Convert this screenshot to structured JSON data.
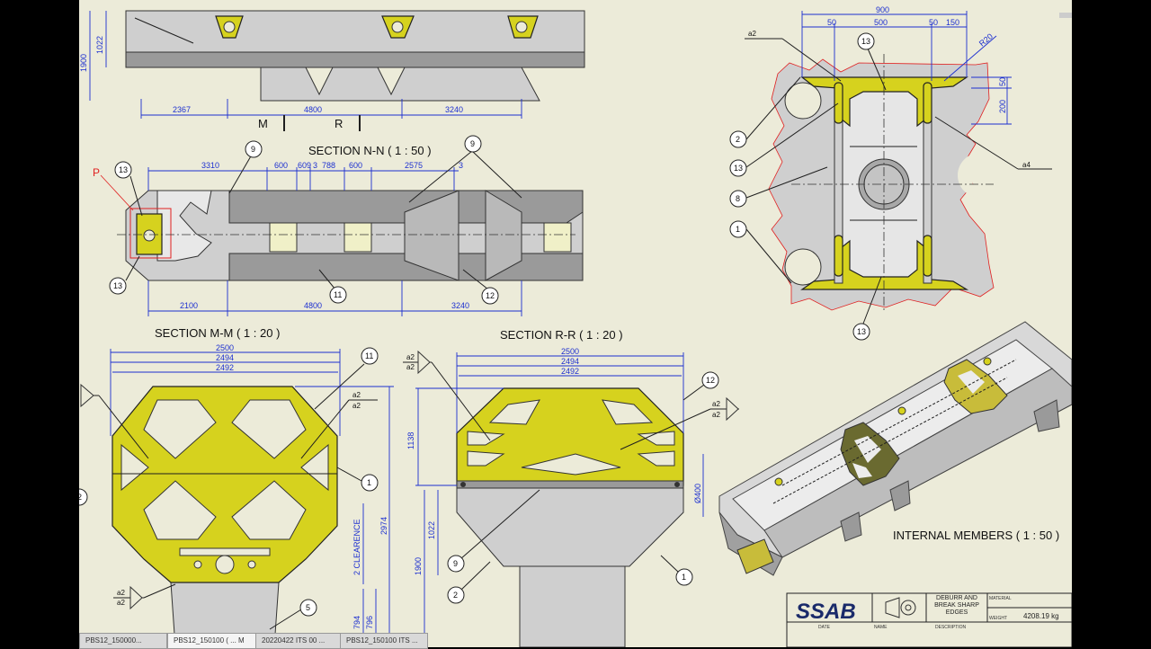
{
  "sections": {
    "nn_title": "SECTION N-N ( 1 : 50 )",
    "mm_title": "SECTION M-M ( 1 : 20 )",
    "rr_title": "SECTION R-R ( 1 : 20 )",
    "internal_title": "INTERNAL MEMBERS ( 1 : 50 )"
  },
  "top_view": {
    "dim_1900": "1900",
    "dim_1022": "1022",
    "dim_2367": "2367",
    "dim_4800": "4800",
    "dim_3240": "3240",
    "cut_m": "M",
    "cut_r": "R"
  },
  "nn_view": {
    "dims_top": [
      "3310",
      "600",
      "609",
      "3",
      "788",
      "600",
      "2575",
      "3"
    ],
    "dims_bottom": [
      "2100",
      "4800",
      "3240"
    ],
    "detail_label": "P",
    "balloons": [
      "13",
      "13",
      "9",
      "9",
      "11",
      "12"
    ]
  },
  "right_view": {
    "dims": [
      "900",
      "50",
      "500",
      "50",
      "150",
      "50",
      "200"
    ],
    "radius": "R20",
    "weld_a2": "a2",
    "weld_a4": "a4",
    "balloons": [
      "13",
      "2",
      "13",
      "8",
      "1",
      "13"
    ]
  },
  "mm_view": {
    "dims": [
      "2500",
      "2494",
      "2492",
      "2974",
      "2 CLEARENCE",
      "794",
      "796"
    ],
    "welds": [
      "a2",
      "a2",
      "a2",
      "a2"
    ],
    "balloons": [
      "11",
      "1",
      "5",
      "2"
    ]
  },
  "rr_view": {
    "dims": [
      "2500",
      "2494",
      "2492",
      "1138",
      "1022",
      "1900",
      "Ø400"
    ],
    "welds": [
      "a2",
      "a2",
      "a2",
      "a2"
    ],
    "balloons": [
      "12",
      "9",
      "2",
      "1"
    ]
  },
  "title_block": {
    "logo": "SSAB",
    "note": "DEBURR AND BREAK SHARP EDGES",
    "material_label": "MATERIAL",
    "weight_label": "WEIGHT",
    "weight_value": "4208.19 kg",
    "date_label": "DATE",
    "name_label": "NAME",
    "description_label": "DESCRIPTION"
  },
  "tabs": [
    "PBS12_150000...",
    "PBS12_150100 ( ... M",
    "20220422 ITS 00 ...",
    "PBS12_150100 ITS ..."
  ],
  "colors": {
    "accent_yellow": "#d6d21e",
    "dimension_blue": "#1c2fd0",
    "detail_red": "#e02020",
    "background": "#ecebd9"
  }
}
